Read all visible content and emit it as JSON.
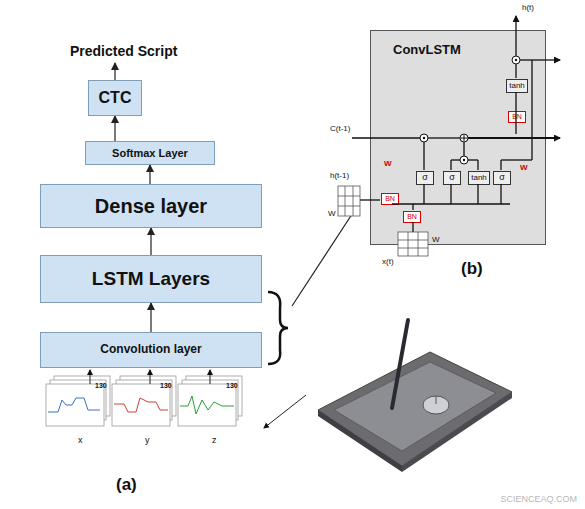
{
  "diagram": {
    "nodes": [
      {
        "text": [
          "CTC"
        ]
      },
      {
        "text": [
          "Softmax Layer"
        ]
      },
      {
        "text": [
          "Dense layer"
        ]
      },
      {
        "text": [
          "LSTM Layers"
        ]
      },
      {
        "text": [
          "Convolution layer"
        ]
      },
      {
        "text": [
          "ConvLSTM"
        ]
      },
      {
        "text": [
          "σ"
        ],
        "in": 5
      },
      {
        "text": [
          "σ"
        ],
        "in": 5
      },
      {
        "text": [
          "tanh"
        ],
        "in": 5
      },
      {
        "text": [
          "σ"
        ],
        "in": 5
      },
      {
        "text": [
          "tanh"
        ],
        "in": 5
      },
      {
        "text": [
          "BN"
        ],
        "in": 5
      },
      {
        "text": [
          "BN"
        ],
        "in": 5
      },
      {
        "text": [
          "BN"
        ],
        "in": 5
      }
    ],
    "edges": [
      {
        "from": 4,
        "to": 3,
        "arrow": "to"
      },
      {
        "from": 3,
        "to": 2,
        "arrow": "to"
      },
      {
        "from": 2,
        "to": 1,
        "arrow": "to"
      },
      {
        "from": 1,
        "to": 0,
        "arrow": "to"
      }
    ],
    "labels": [
      "Predicted Script",
      "130",
      "130",
      "130",
      "x",
      "y",
      "z",
      "(a)",
      "(b)",
      "C(t-1)",
      "h(t-1)",
      "x(t)",
      "h(t)",
      "W",
      "W",
      "W",
      "W",
      "SCIENCEAQ.COM"
    ]
  }
}
